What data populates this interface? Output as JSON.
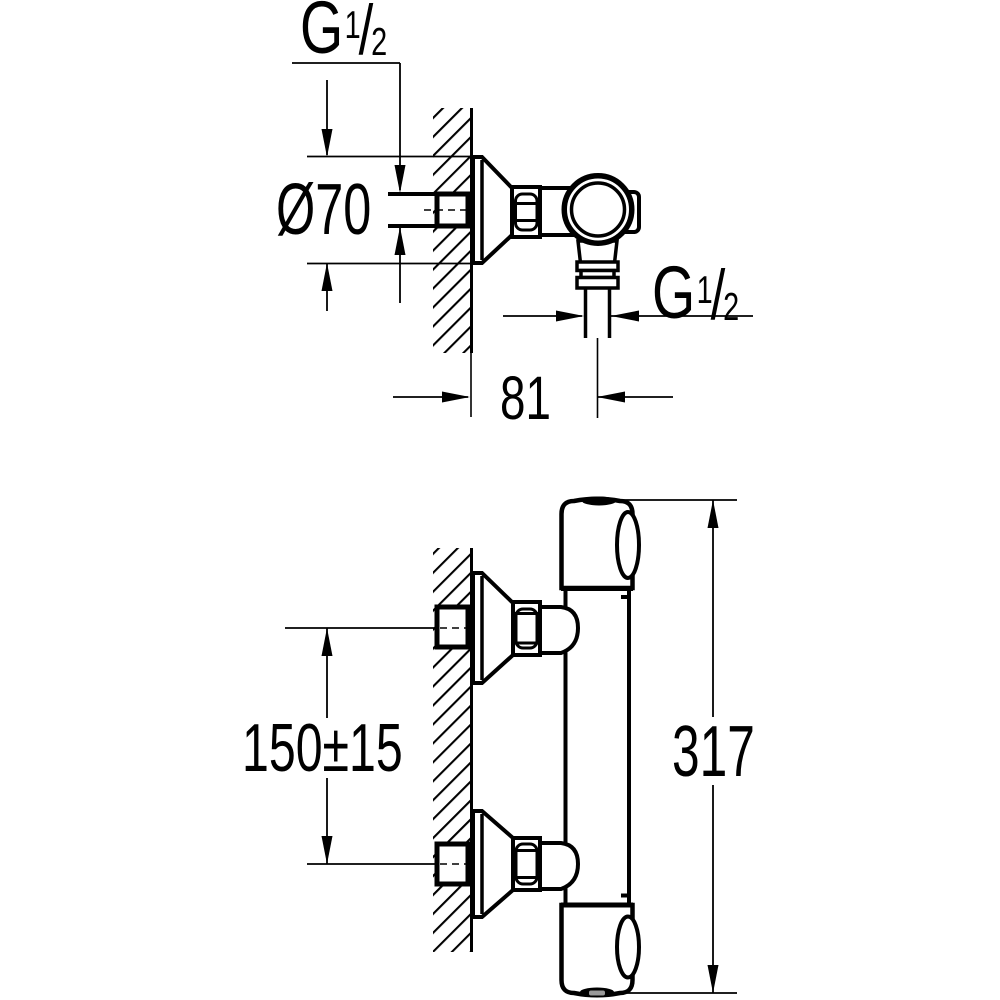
{
  "drawing": {
    "background": "#ffffff",
    "line_color": "#000000",
    "top_view": {
      "inlet_thread": {
        "g": "G",
        "numerator": "1",
        "slash": "/",
        "denominator": "2"
      },
      "escutcheon_diameter": "Ø70",
      "outlet_thread": {
        "g": "G",
        "numerator": "1",
        "slash": "/",
        "denominator": "2"
      },
      "wall_to_outlet": "81"
    },
    "front_view": {
      "inlet_center_distance": "150±15",
      "overall_height": "317"
    }
  }
}
